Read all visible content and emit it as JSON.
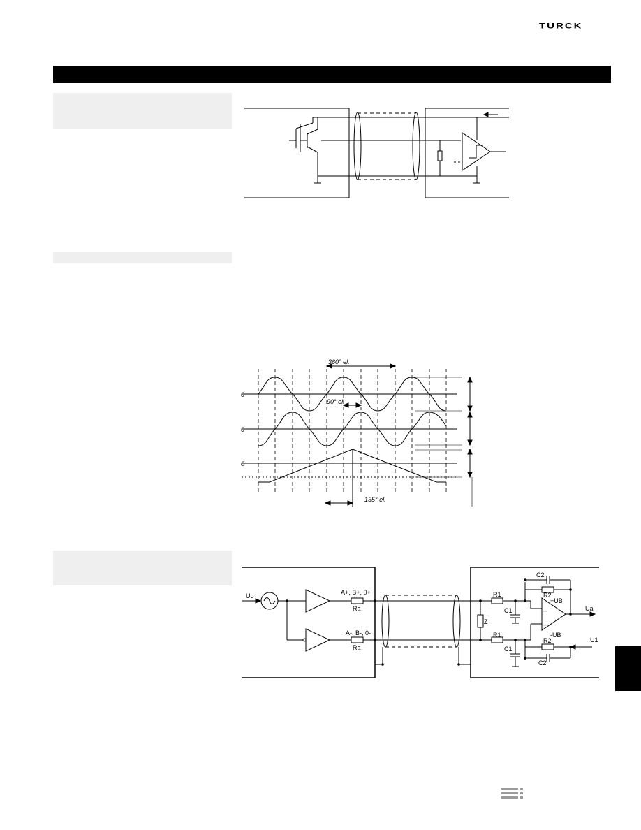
{
  "header": {
    "brand": "TURCK"
  },
  "timing": {
    "angle_full": "360° el.",
    "angle_quarter": "90° el.",
    "angle_zero_pulse": "135° el.",
    "zero_label_1": "0",
    "zero_label_2": "0",
    "zero_label_3": "0"
  },
  "line_driver": {
    "uo": "Uo",
    "out_pos": "A+, B+, 0+",
    "out_neg": "A-, B-, 0-",
    "ra_top": "Ra",
    "ra_bottom": "Ra",
    "z": "Z",
    "r1_top": "R1",
    "r1_bottom": "R1",
    "c1_top": "C1",
    "c1_bottom": "C1",
    "c2_top": "C2",
    "c2_bottom": "C2",
    "r2_top": "R2",
    "r2_bottom": "R2",
    "ub_pos": "+UB",
    "ub_neg": "-UB",
    "minus": "–",
    "plus": "+",
    "ua": "Ua",
    "u1": "U1"
  }
}
